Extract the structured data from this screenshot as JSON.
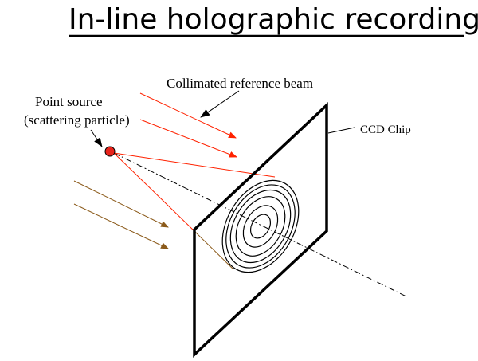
{
  "title": "In-line holographic recording",
  "labels": {
    "reference_beam": "Collimated reference beam",
    "point_source_line1": "Point source",
    "point_source_line2": "(scattering particle)",
    "ccd_chip": "CCD Chip"
  },
  "colors": {
    "reference_beam": "#ff2200",
    "object_beam": "#8b5a1a",
    "particle_fill": "#e8231b",
    "outline": "#000000"
  },
  "fringe_ring_count": 6
}
